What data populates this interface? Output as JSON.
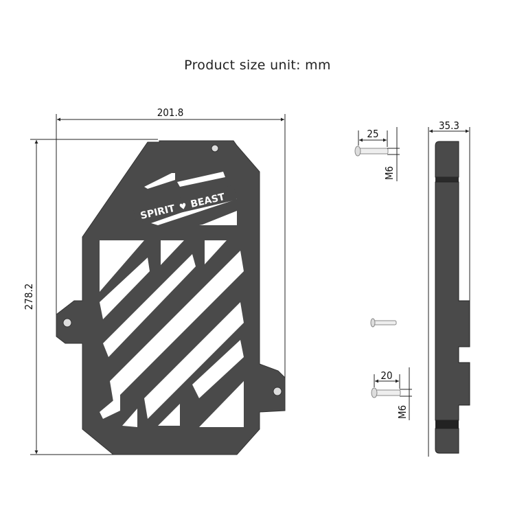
{
  "title": "Product size unit: mm",
  "dimensions": {
    "width": "201.8",
    "height": "278.2",
    "depth": "35.3",
    "bolt_long_length": "25",
    "bolt_long_thread": "M6",
    "bolt_short_length": "20",
    "bolt_short_thread": "M6"
  },
  "logo": {
    "left": "SPIRIT",
    "right": "BEAST"
  },
  "colors": {
    "plate": "#4a4a4a",
    "background": "#ffffff",
    "line": "#222222"
  }
}
